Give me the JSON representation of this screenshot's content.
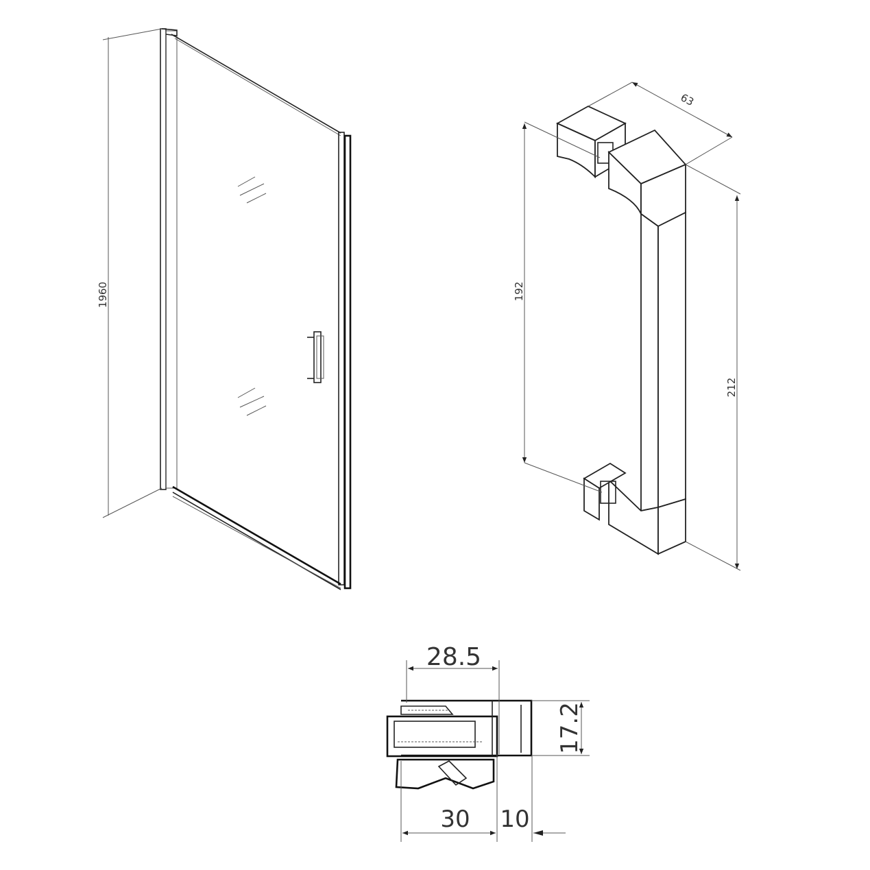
{
  "door_view": {
    "height_label": "1960"
  },
  "handle_view": {
    "depth_label": "63",
    "centers_label": "192",
    "length_label": "212"
  },
  "profile_section": {
    "top_width_label": "28.5",
    "height_label": "17.2",
    "bottom_left_label": "30",
    "bottom_right_label": "10"
  },
  "colors": {
    "line": "#222222",
    "background": "#ffffff"
  }
}
